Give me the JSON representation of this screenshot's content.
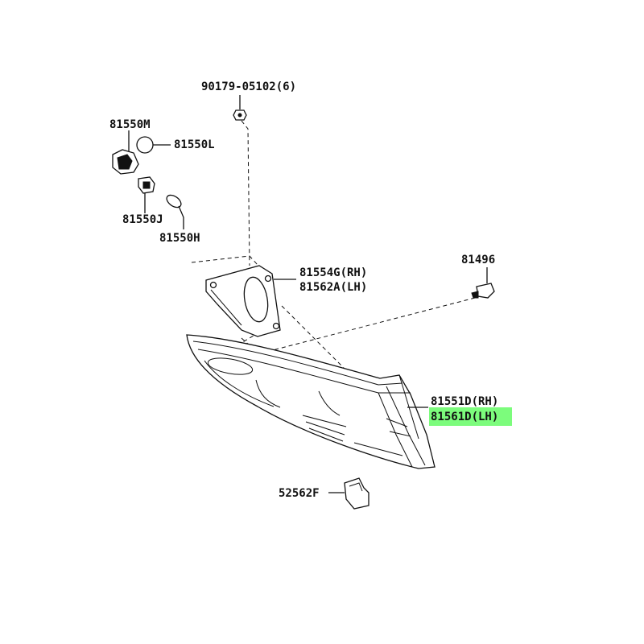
{
  "callouts": {
    "screw": {
      "text": "90179-05102(6)"
    },
    "socket_m": {
      "text": "81550M"
    },
    "bulb_l": {
      "text": "81550L"
    },
    "socket_j": {
      "text": "81550J"
    },
    "bulb_h": {
      "text": "81550H"
    },
    "gasket_rh": {
      "text": "81554G(RH)"
    },
    "gasket_lh": {
      "text": "81562A(LH)"
    },
    "clip": {
      "text": "81496"
    },
    "lamp_rh": {
      "text": "81551D(RH)"
    },
    "lamp_lh": {
      "text": "81561D(LH)",
      "highlight": "#7CFC7C"
    },
    "bracket": {
      "text": "52562F"
    }
  },
  "colors": {
    "line": "#111111",
    "highlight": "#7CFC7C",
    "background": "#ffffff"
  }
}
